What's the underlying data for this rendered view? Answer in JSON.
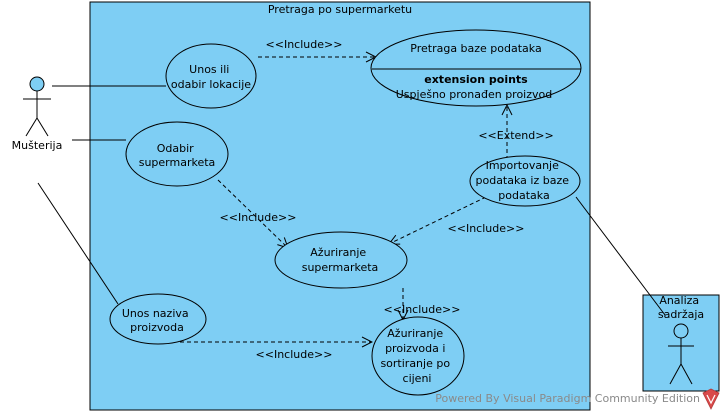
{
  "system": {
    "title": "Pretraga po supermarketu"
  },
  "actors": [
    {
      "id": "musterija",
      "label": "Mušterija"
    },
    {
      "id": "analiza",
      "label_lines": [
        "Analiza",
        "sadržaja"
      ]
    }
  ],
  "use_cases": [
    {
      "id": "unos-lokacije",
      "lines": [
        "Unos ili",
        "odabir lokacije"
      ]
    },
    {
      "id": "pretraga-baze",
      "title": "Pretraga baze podataka",
      "ext_header": "extension points",
      "ext_point": "Uspješno pronađen proizvod"
    },
    {
      "id": "odabir-supermarketa",
      "lines": [
        "Odabir",
        "supermarketa"
      ]
    },
    {
      "id": "importovanje",
      "lines": [
        "Importovanje",
        "podataka iz baze",
        "podataka"
      ]
    },
    {
      "id": "azuriranje-supermarketa",
      "lines": [
        "Ažuriranje",
        "supermarketa"
      ]
    },
    {
      "id": "unos-naziva",
      "lines": [
        "Unos naziva",
        "proizvoda"
      ]
    },
    {
      "id": "azuriranje-proizvoda",
      "lines": [
        "Ažuriranje",
        "proizvoda i",
        "sortiranje po",
        "cijeni"
      ]
    }
  ],
  "relations": [
    {
      "id": "include-1",
      "label": "<<Include>>"
    },
    {
      "id": "extend-1",
      "label": "<<Extend>>"
    },
    {
      "id": "include-2",
      "label": "<<Include>>"
    },
    {
      "id": "include-3",
      "label": "<<Include>>"
    },
    {
      "id": "include-4",
      "label": "<<Include>>"
    },
    {
      "id": "include-5",
      "label": "<<Include>>"
    }
  ],
  "watermark": "Powered By Visual Paradigm Community Edition",
  "colors": {
    "system_fill": "#7ECEF4",
    "use_case_fill": "#7ECEF4",
    "actor_head": "#7ECEF4",
    "stroke": "#000000",
    "watermark_text": "#8a8a8a",
    "watermark_logo": "#d94a4a"
  }
}
